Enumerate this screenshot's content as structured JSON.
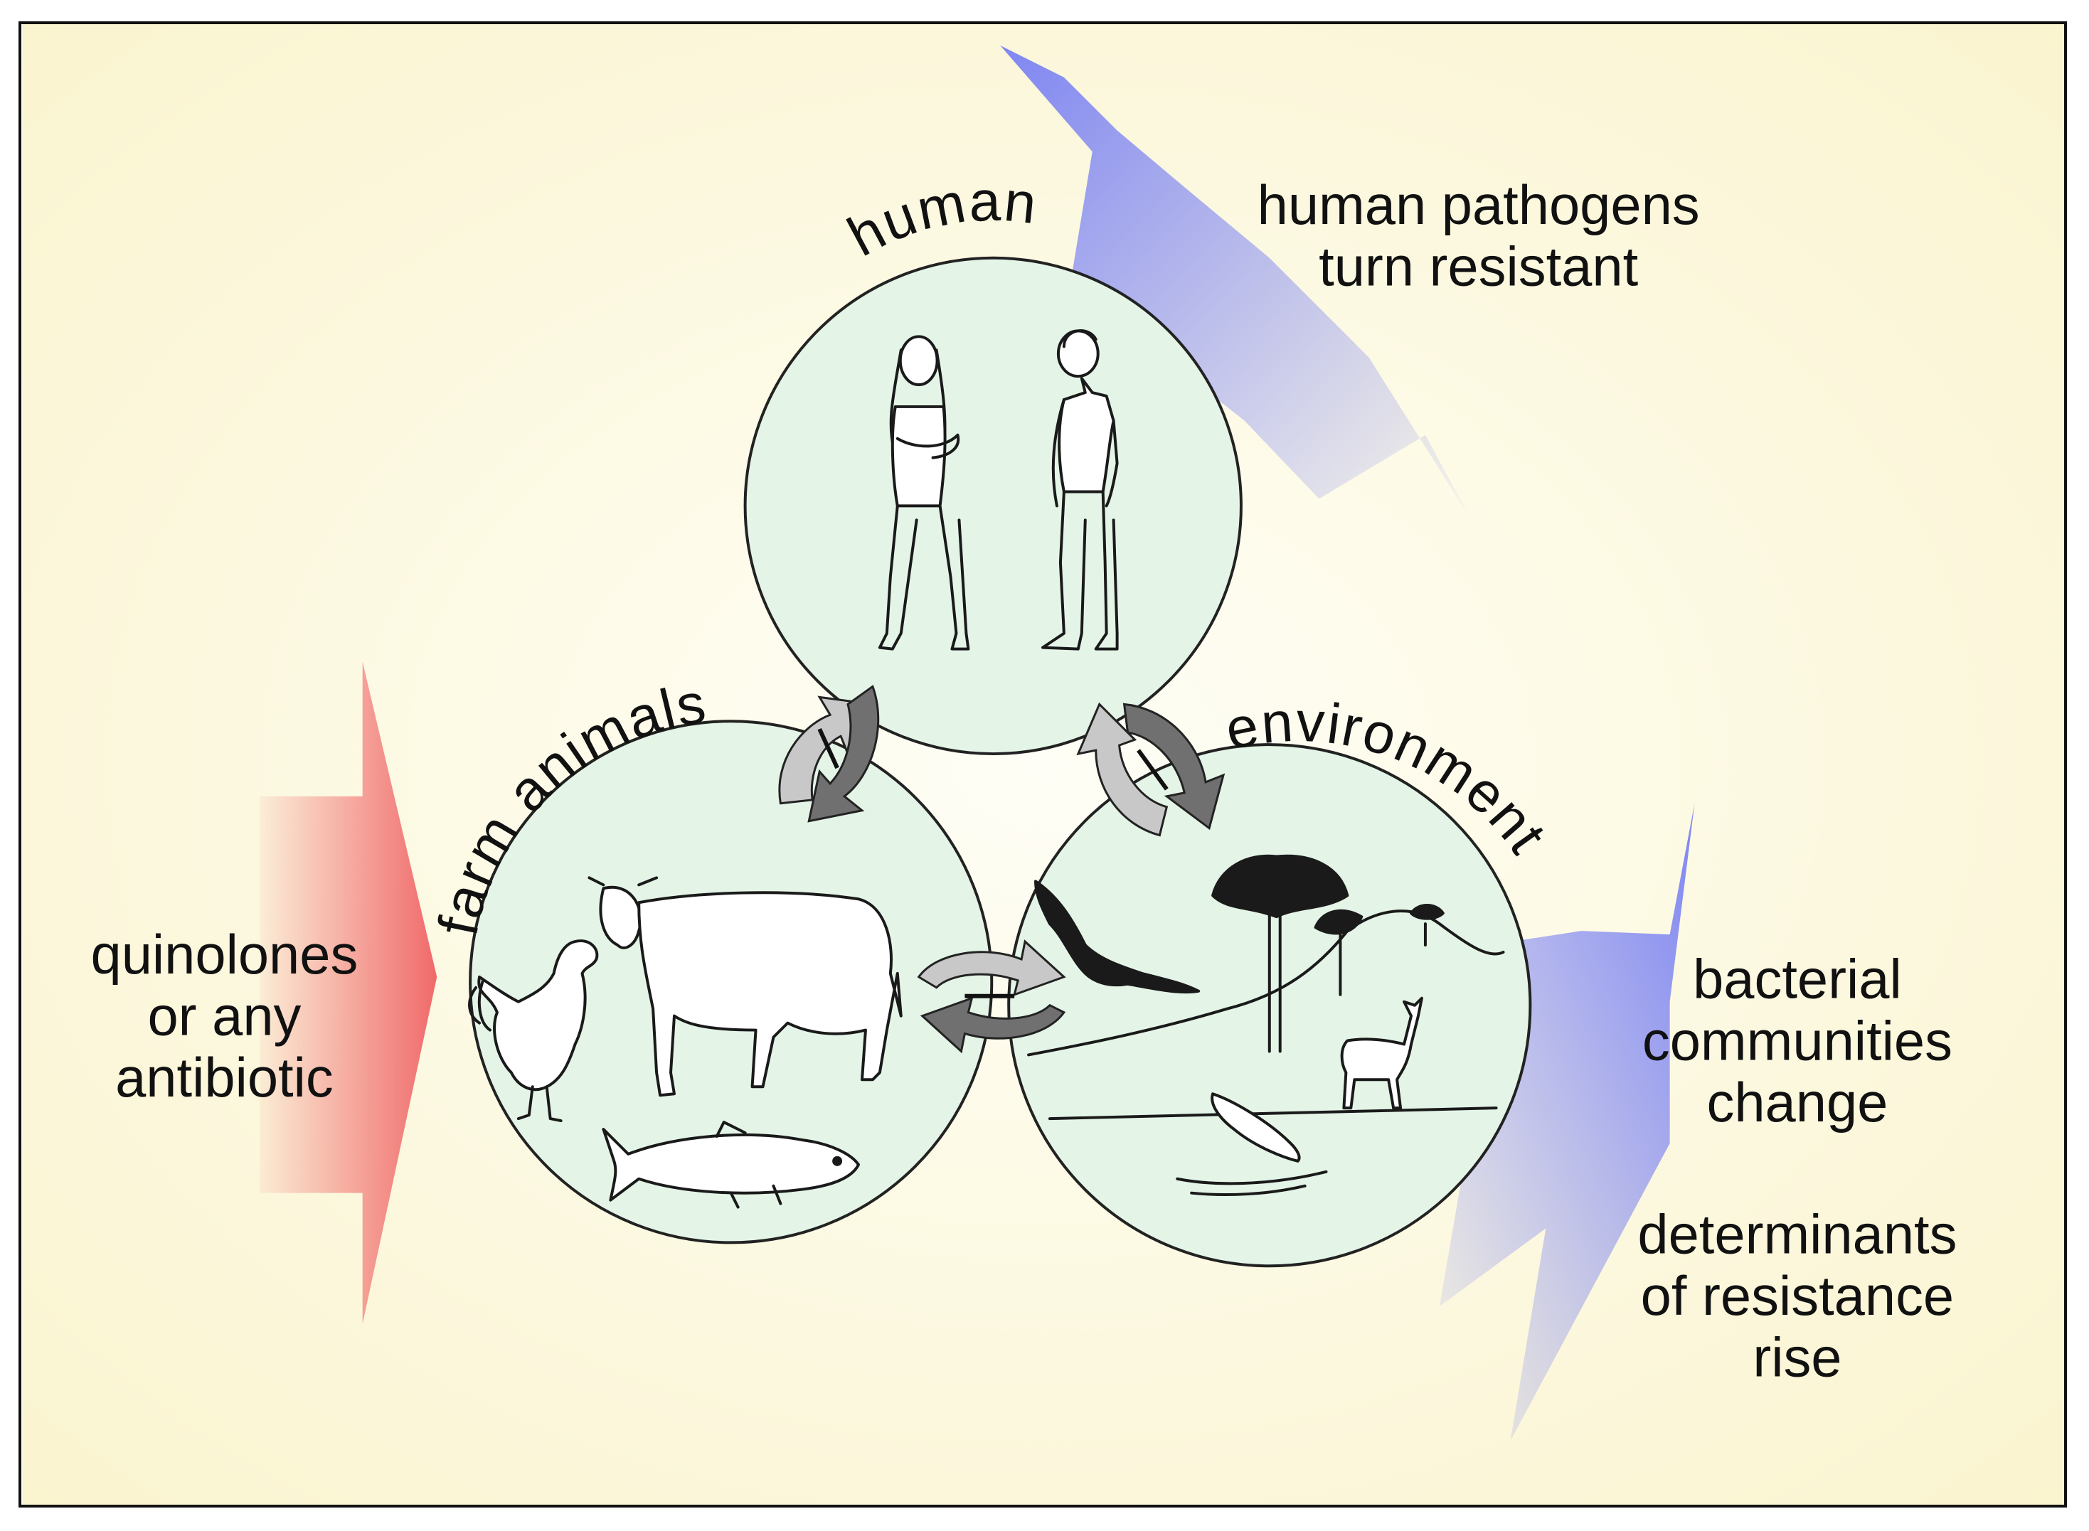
{
  "labels": {
    "human": "human",
    "farm_animals": "farm animals",
    "environment": "environment",
    "input_line1": "quinolones",
    "input_line2": "or any",
    "input_line3": "antibiotic",
    "human_effect_line1": "human pathogens",
    "human_effect_line2": "turn resistant",
    "env_effect1_line1": "bacterial",
    "env_effect1_line2": "communities",
    "env_effect1_line3": "change",
    "env_effect2_line1": "determinants",
    "env_effect2_line2": "of resistance",
    "env_effect2_line3": "rise"
  },
  "colors": {
    "background_center": "#fffef2",
    "background_edge": "#fbf6d2",
    "circle_fill": "#e4f5e8",
    "circle_stroke": "#222222",
    "input_arrow": "#f06a6a",
    "output_arrow": "#7f86f2",
    "exchange_arrow_light": "#c8c8c8",
    "exchange_arrow_dark": "#707070"
  },
  "icons": {
    "human": [
      "woman-figure",
      "man-figure"
    ],
    "farm_animals": [
      "cow",
      "rooster",
      "salmon"
    ],
    "environment": [
      "condor",
      "araucaria-tree",
      "deer",
      "leaping-fish",
      "hills"
    ]
  }
}
